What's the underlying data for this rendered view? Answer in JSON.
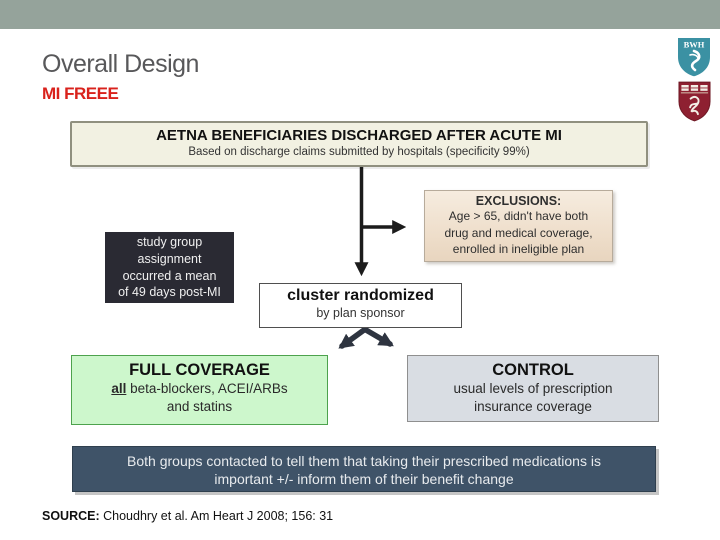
{
  "header": {
    "title": "Overall Design",
    "subtitle": "MI FREEE",
    "logos": {
      "bwh_text": "BWH"
    }
  },
  "diagram": {
    "top_box": {
      "title": "AETNA BENEFICIARIES DISCHARGED AFTER ACUTE MI",
      "subtitle": "Based on discharge claims submitted by hospitals (specificity 99%)"
    },
    "exclusions_box": {
      "title": "EXCLUSIONS:",
      "lines": [
        "Age > 65, didn't have both",
        "drug and medical coverage,",
        "enrolled in ineligible plan"
      ]
    },
    "note_box": {
      "lines": [
        "study group",
        "assignment",
        "occurred a mean",
        "of 49 days post-MI"
      ]
    },
    "randomize_box": {
      "title": "cluster randomized",
      "subtitle": "by plan sponsor"
    },
    "arm_full_coverage": {
      "title": "FULL COVERAGE",
      "line1_emphasis": "all",
      "line1_rest": " beta-blockers, ACEI/ARBs",
      "line2": "and statins"
    },
    "arm_control": {
      "title": "CONTROL",
      "lines": [
        "usual levels of prescription",
        "insurance coverage"
      ]
    },
    "footer_box": {
      "lines": [
        "Both groups contacted to tell them that taking their prescribed medications is",
        "important +/- inform them of their benefit change"
      ]
    }
  },
  "source": {
    "label": "SOURCE:",
    "text": " Choudhry et al.  Am Heart J 2008; 156: 31"
  },
  "colors": {
    "top_bar": "#95a39b",
    "title_gray": "#58585a",
    "accent_red": "#d9221c",
    "aetna_box_bg": "#f2f1e2",
    "exclusions_bg": "#f0e1cf",
    "study_box_bg": "#2a2a33",
    "full_coverage_bg": "#cdf7cc",
    "control_bg": "#d9dde3",
    "footer_bg": "#3f5368",
    "bwh_teal": "#3b91a3",
    "hms_crimson": "#8e2031"
  }
}
